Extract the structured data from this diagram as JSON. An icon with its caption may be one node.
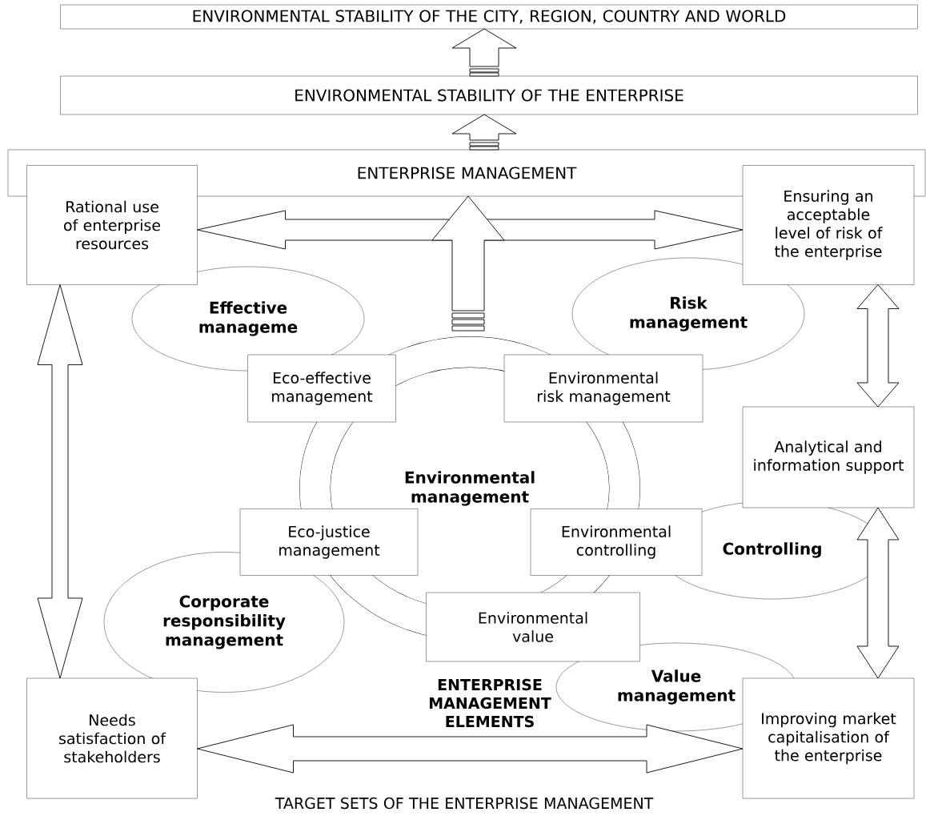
{
  "diagram": {
    "nodes": [
      {
        "text": [
          "ENVIRONMENTAL STABILITY OF THE CITY, REGION, COUNTRY AND WORLD"
        ]
      },
      {
        "text": [
          "ENVIRONMENTAL STABILITY OF THE ENTERPRISE"
        ]
      },
      {
        "text": [
          "ENTERPRISE MANAGEMENT"
        ]
      },
      {
        "text": [
          "Rational use of enterprise resources"
        ]
      },
      {
        "text": [
          "Ensuring an acceptable level of risk of the enterprise"
        ]
      },
      {
        "text": [
          "Effective manageme"
        ]
      },
      {
        "text": [
          "Risk management"
        ]
      },
      {
        "text": [
          "Environmental management"
        ]
      },
      {
        "text": [
          "Eco-effective management"
        ]
      },
      {
        "text": [
          "Environmental risk management"
        ]
      },
      {
        "text": [
          "Analytical and information support"
        ]
      },
      {
        "text": [
          "Eco-justice management"
        ]
      },
      {
        "text": [
          "Environmental controlling"
        ]
      },
      {
        "text": [
          "Controlling"
        ]
      },
      {
        "text": [
          "Corporate responsibility management"
        ]
      },
      {
        "text": [
          "Environmental value"
        ]
      },
      {
        "text": [
          "Value management"
        ]
      },
      {
        "text": [
          "Needs satisfaction of stakeholders"
        ]
      },
      {
        "text": [
          "Improving market capitalisation of the enterprise"
        ]
      }
    ],
    "edges": [
      {
        "from": 1,
        "to": 0,
        "arrow": "to"
      },
      {
        "from": 2,
        "to": 1,
        "arrow": "to"
      },
      {
        "from": 7,
        "to": 2,
        "arrow": "to"
      },
      {
        "from": 3,
        "to": 4,
        "arrow": "both"
      },
      {
        "from": 3,
        "to": 17,
        "arrow": "both"
      },
      {
        "from": 4,
        "to": 10,
        "arrow": "both"
      },
      {
        "from": 10,
        "to": 18,
        "arrow": "both"
      },
      {
        "from": 17,
        "to": 18,
        "arrow": "both"
      }
    ],
    "labels": [
      "ENTERPRISE MANAGEMENT ELEMENTS",
      "TARGET SETS OF THE ENTERPRISE MANAGEMENT"
    ]
  }
}
